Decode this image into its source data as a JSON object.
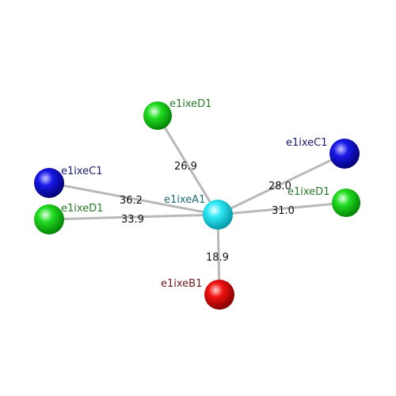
{
  "colors": {
    "background": "#ffffff",
    "bond": "#b8b8b8",
    "center_atom": "#00d8e8",
    "green_atom": "#00c800",
    "blue_atom": "#0a0ad0",
    "red_atom": "#e00000",
    "label_center": "#1f6b6b",
    "label_green": "#2a7a2a",
    "label_blue": "#1a1a6e",
    "label_red": "#6e1a1a"
  },
  "atoms": {
    "center": {
      "label": "e1ixeA1"
    },
    "top_green": {
      "label": "e1ixeD1"
    },
    "right_blue": {
      "label": "e1ixeC1"
    },
    "right_green": {
      "label": "e1ixeD1"
    },
    "left_blue": {
      "label": "e1ixeC1"
    },
    "left_green": {
      "label": "e1ixeD1"
    },
    "bottom_red": {
      "label": "e1ixeB1"
    }
  },
  "distances": {
    "top_green": "26.9",
    "right_blue": "28.0",
    "right_green": "31.0",
    "left_blue": "36.2",
    "left_green": "33.9",
    "bottom_red": "18.9"
  }
}
